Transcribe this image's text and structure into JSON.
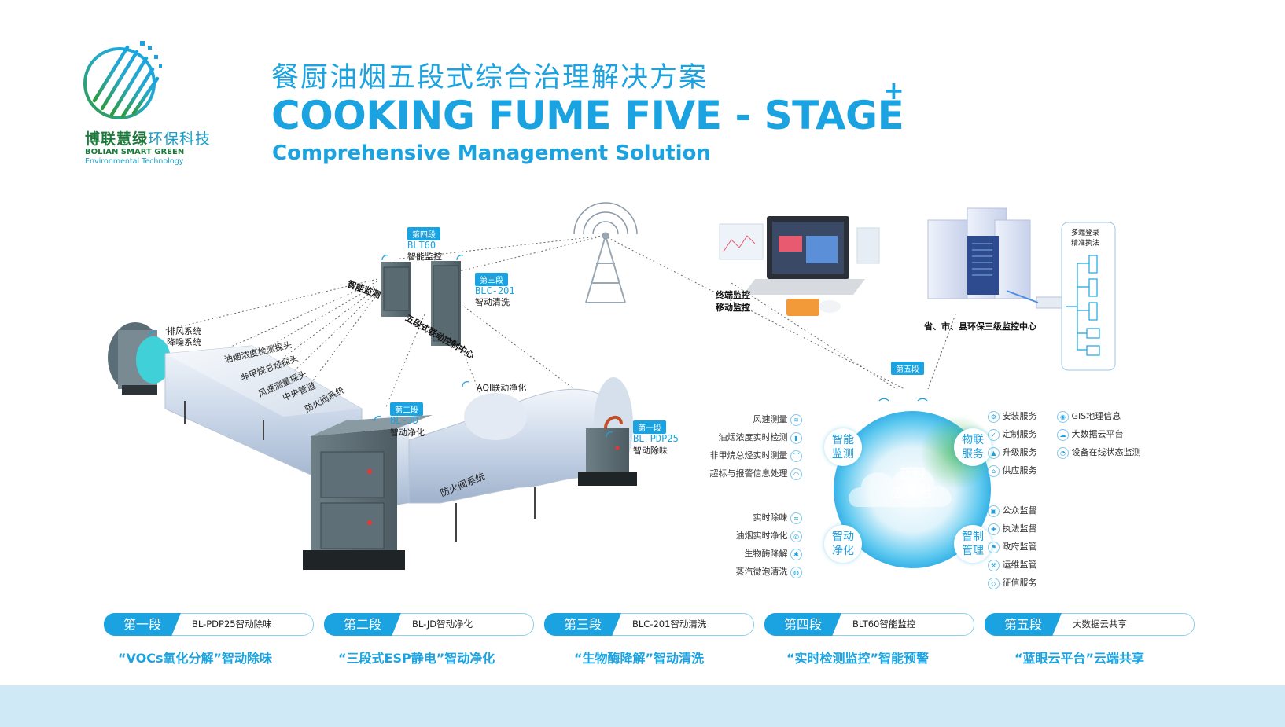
{
  "logo": {
    "cn_bold": "博联慧绿",
    "cn_light": "环保科技",
    "en_line1": "BOLIAN SMART GREEN",
    "en_line2": "Environmental Technology"
  },
  "title": {
    "cn": "餐厨油烟五段式综合治理解决方案",
    "en_main": "COOKING FUME FIVE - STAGE",
    "plus": "+",
    "en_sub": "Comprehensive Management Solution"
  },
  "duct_labels": {
    "exhaust": "排风系统",
    "noise": "降噪系统",
    "fume_probe": "油烟浓度检测探头",
    "nmhc_probe": "非甲烷总烃探头",
    "wind_probe": "风速测量探头",
    "central_duct": "中央管道",
    "fire_valve": "防火阀系统",
    "fire_valve2": "防火阀系统",
    "aqi": "AQI联动净化",
    "smart_monitor": "智能监测",
    "control_center": "五段式联动控制中心"
  },
  "devices": {
    "stage4": {
      "tag": "第四段",
      "model": "BLT60",
      "func": "智能监控"
    },
    "stage3": {
      "tag": "第三段",
      "model": "BLC-201",
      "func": "智动清洗"
    },
    "stage2": {
      "tag": "第二段",
      "model": "BL-JD",
      "func": "智动净化"
    },
    "stage1": {
      "tag": "第一段",
      "model": "BL-PDP25",
      "func": "智动除味"
    }
  },
  "monitoring": {
    "terminal": "终端监控",
    "mobile": "移动监控",
    "center": "省、市、县环保三级监控中心",
    "multi_login": "多端登录",
    "precise": "精准执法",
    "stage5_tag": "第五段"
  },
  "cloud": {
    "title_line1": "蓝眼",
    "title_line2": "云平台",
    "quad_tl": "智能\n监测",
    "quad_tr": "物联\n服务",
    "quad_bl": "智动\n净化",
    "quad_br": "智制\n管理",
    "left_top": [
      "风速测量",
      "油烟浓度实时检测",
      "非甲烷总烃实时测量",
      "超标与报警信息处理"
    ],
    "left_bottom": [
      "实时除味",
      "油烟实时净化",
      "生物酶降解",
      "蒸汽微泡清洗"
    ],
    "right_top_a": [
      "安装服务",
      "定制服务",
      "升级服务",
      "供应服务"
    ],
    "right_top_b": [
      "GIS地理信息",
      "大数据云平台",
      "设备在线状态监测"
    ],
    "right_bottom": [
      "公众监督",
      "执法监督",
      "政府监管",
      "运维监管",
      "征信服务"
    ]
  },
  "stages": [
    {
      "head": "第一段",
      "product": "BL-PDP25智动除味",
      "slogan": "“VOCs氧化分解”智动除味"
    },
    {
      "head": "第二段",
      "product": "BL-JD智动净化",
      "slogan": "“三段式ESP静电”智动净化"
    },
    {
      "head": "第三段",
      "product": "BLC-201智动清洗",
      "slogan": "“生物酶降解”智动清洗"
    },
    {
      "head": "第四段",
      "product": "BLT60智能监控",
      "slogan": "“实时检测监控”智能预警"
    },
    {
      "head": "第五段",
      "product": "大数据云共享",
      "slogan": "“蓝眼云平台”云端共享"
    }
  ],
  "colors": {
    "accent": "#1aa3e0",
    "brand_green": "#1e7a3c"
  }
}
